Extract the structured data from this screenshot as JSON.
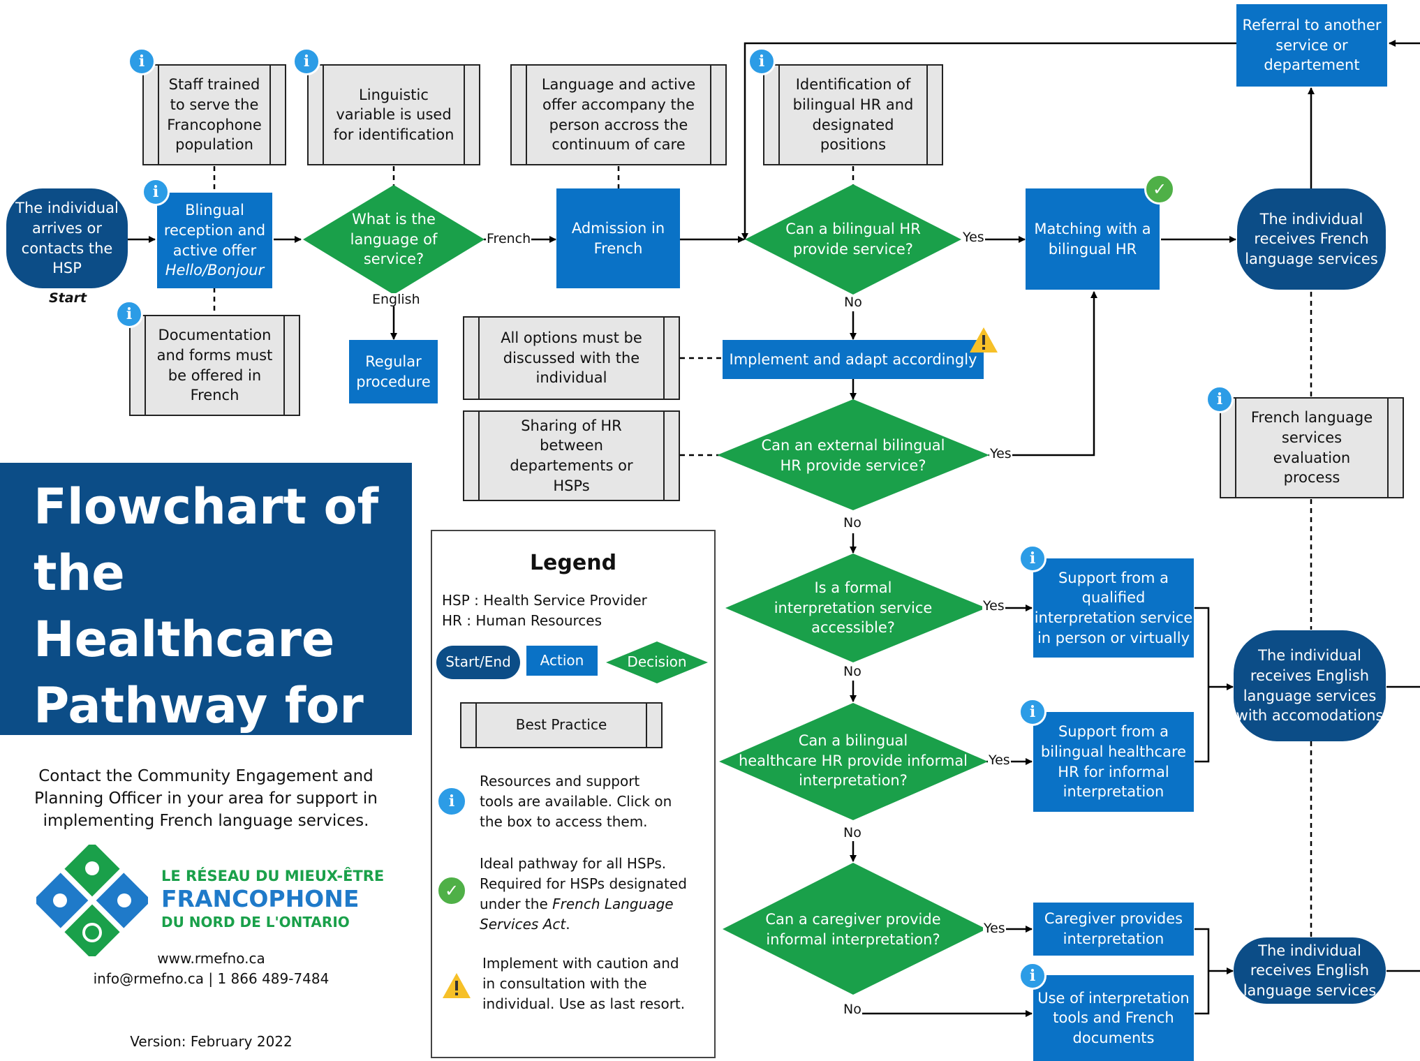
{
  "colors": {
    "action": "#0a72c6",
    "start_end": "#0c4d87",
    "decision": "#1aa04a",
    "best_practice": "#e6e6e6",
    "info": "#2c9ce6",
    "check": "#4fb047",
    "warning": "#f6c028"
  },
  "title": "Flowchart of\nthe Healthcare\nPathway for\nFrancophones",
  "contact": "Contact the Community Engagement and\nPlanning Officer in your area for support in\nimplementing French language services.",
  "logo": {
    "line1": "LE RÉSEAU DU MIEUX-ÊTRE",
    "line2": "FRANCOPHONE",
    "line3": "DU NORD DE L'ONTARIO"
  },
  "website": "www.rmefno.ca",
  "email_phone": "info@rmefno.ca | 1 866 489-7484",
  "version": "Version: February 2022",
  "start_label": "Start",
  "nodes": {
    "arrives": "The individual\narrives or\ncontacts the HSP",
    "reception": "Blingual\nreception and\nactive offer",
    "reception_italic": "Hello/Bonjour",
    "staff": "Staff trained\nto serve the\nFrancophone\npopulation",
    "documentation": "Documentation\nand forms must\nbe offered in\nFrench",
    "linguistic": "Linguistic\nvariable is used\nfor identification",
    "what_language": "What is the\nlanguage of\nservice?",
    "regular": "Regular\nprocedure",
    "admission": "Admission in\nFrench",
    "accompany": "Language and active\noffer accompany the\nperson accross the\ncontinuum of care",
    "identification": "Identification of\nbilingual HR and\ndesignated\npositions",
    "can_bilingual": "Can a bilingual HR\nprovide service?",
    "matching": "Matching with a\nbilingual HR",
    "receives_french": "The individual\nreceives French\nlanguage services",
    "referral": "Referral to another\nservice or\ndepartement",
    "implement": "Implement and adapt accordingly",
    "all_options": "All options must be\ndiscussed with the\nindividual",
    "sharing": "Sharing of HR\nbetween\ndepartements or\nHSPs",
    "external": "Can an external bilingual\nHR provide service?",
    "formal": "Is a formal\ninterpretation service\naccessible?",
    "support_qualified": "Support from a\nqualified\ninterpretation service\nin person or virtually",
    "informal_hr": "Can a bilingual\nhealthcare HR provide informal\ninterpretation?",
    "support_bilingual": "Support from a\nbilingual healthcare\nHR for informal\ninterpretation",
    "caregiver_q": "Can a caregiver provide\ninformal interpretation?",
    "caregiver_provides": "Caregiver provides\ninterpretation",
    "tools": "Use of interpretation\ntools and French\ndocuments",
    "evaluation": "French language\nservices\nevaluation process",
    "receives_english_acc": "The individual\nreceives English\nlanguage services\nwith accomodations",
    "receives_english": "The individual\nreceives English\nlanguage services"
  },
  "edge_labels": {
    "french": "French",
    "english": "English",
    "yes1": "Yes",
    "no1": "No",
    "yes2": "Yes",
    "no2": "No",
    "yes3": "Yes",
    "no3": "No",
    "yes4": "Yes",
    "no4": "No",
    "yes5": "Yes",
    "no5": "No"
  },
  "legend": {
    "title": "Legend",
    "abbr": "HSP : Health Service Provider\nHR : Human Resources",
    "start_end": "Start/End",
    "action": "Action",
    "decision": "Decision",
    "best_practice": "Best Practice",
    "info_text": "Resources and support\ntools are available. Click on\nthe box to access them.",
    "check_text": "Ideal pathway for all HSPs.\nRequired for HSPs designated\nunder the",
    "check_italic": "French Language\nServices Act",
    "warn_text": "Implement with caution and\nin consultation with the\nindividual. Use as last resort."
  },
  "icons": {
    "info": "info-icon",
    "check": "checkmark-icon",
    "warning": "warning-icon"
  }
}
